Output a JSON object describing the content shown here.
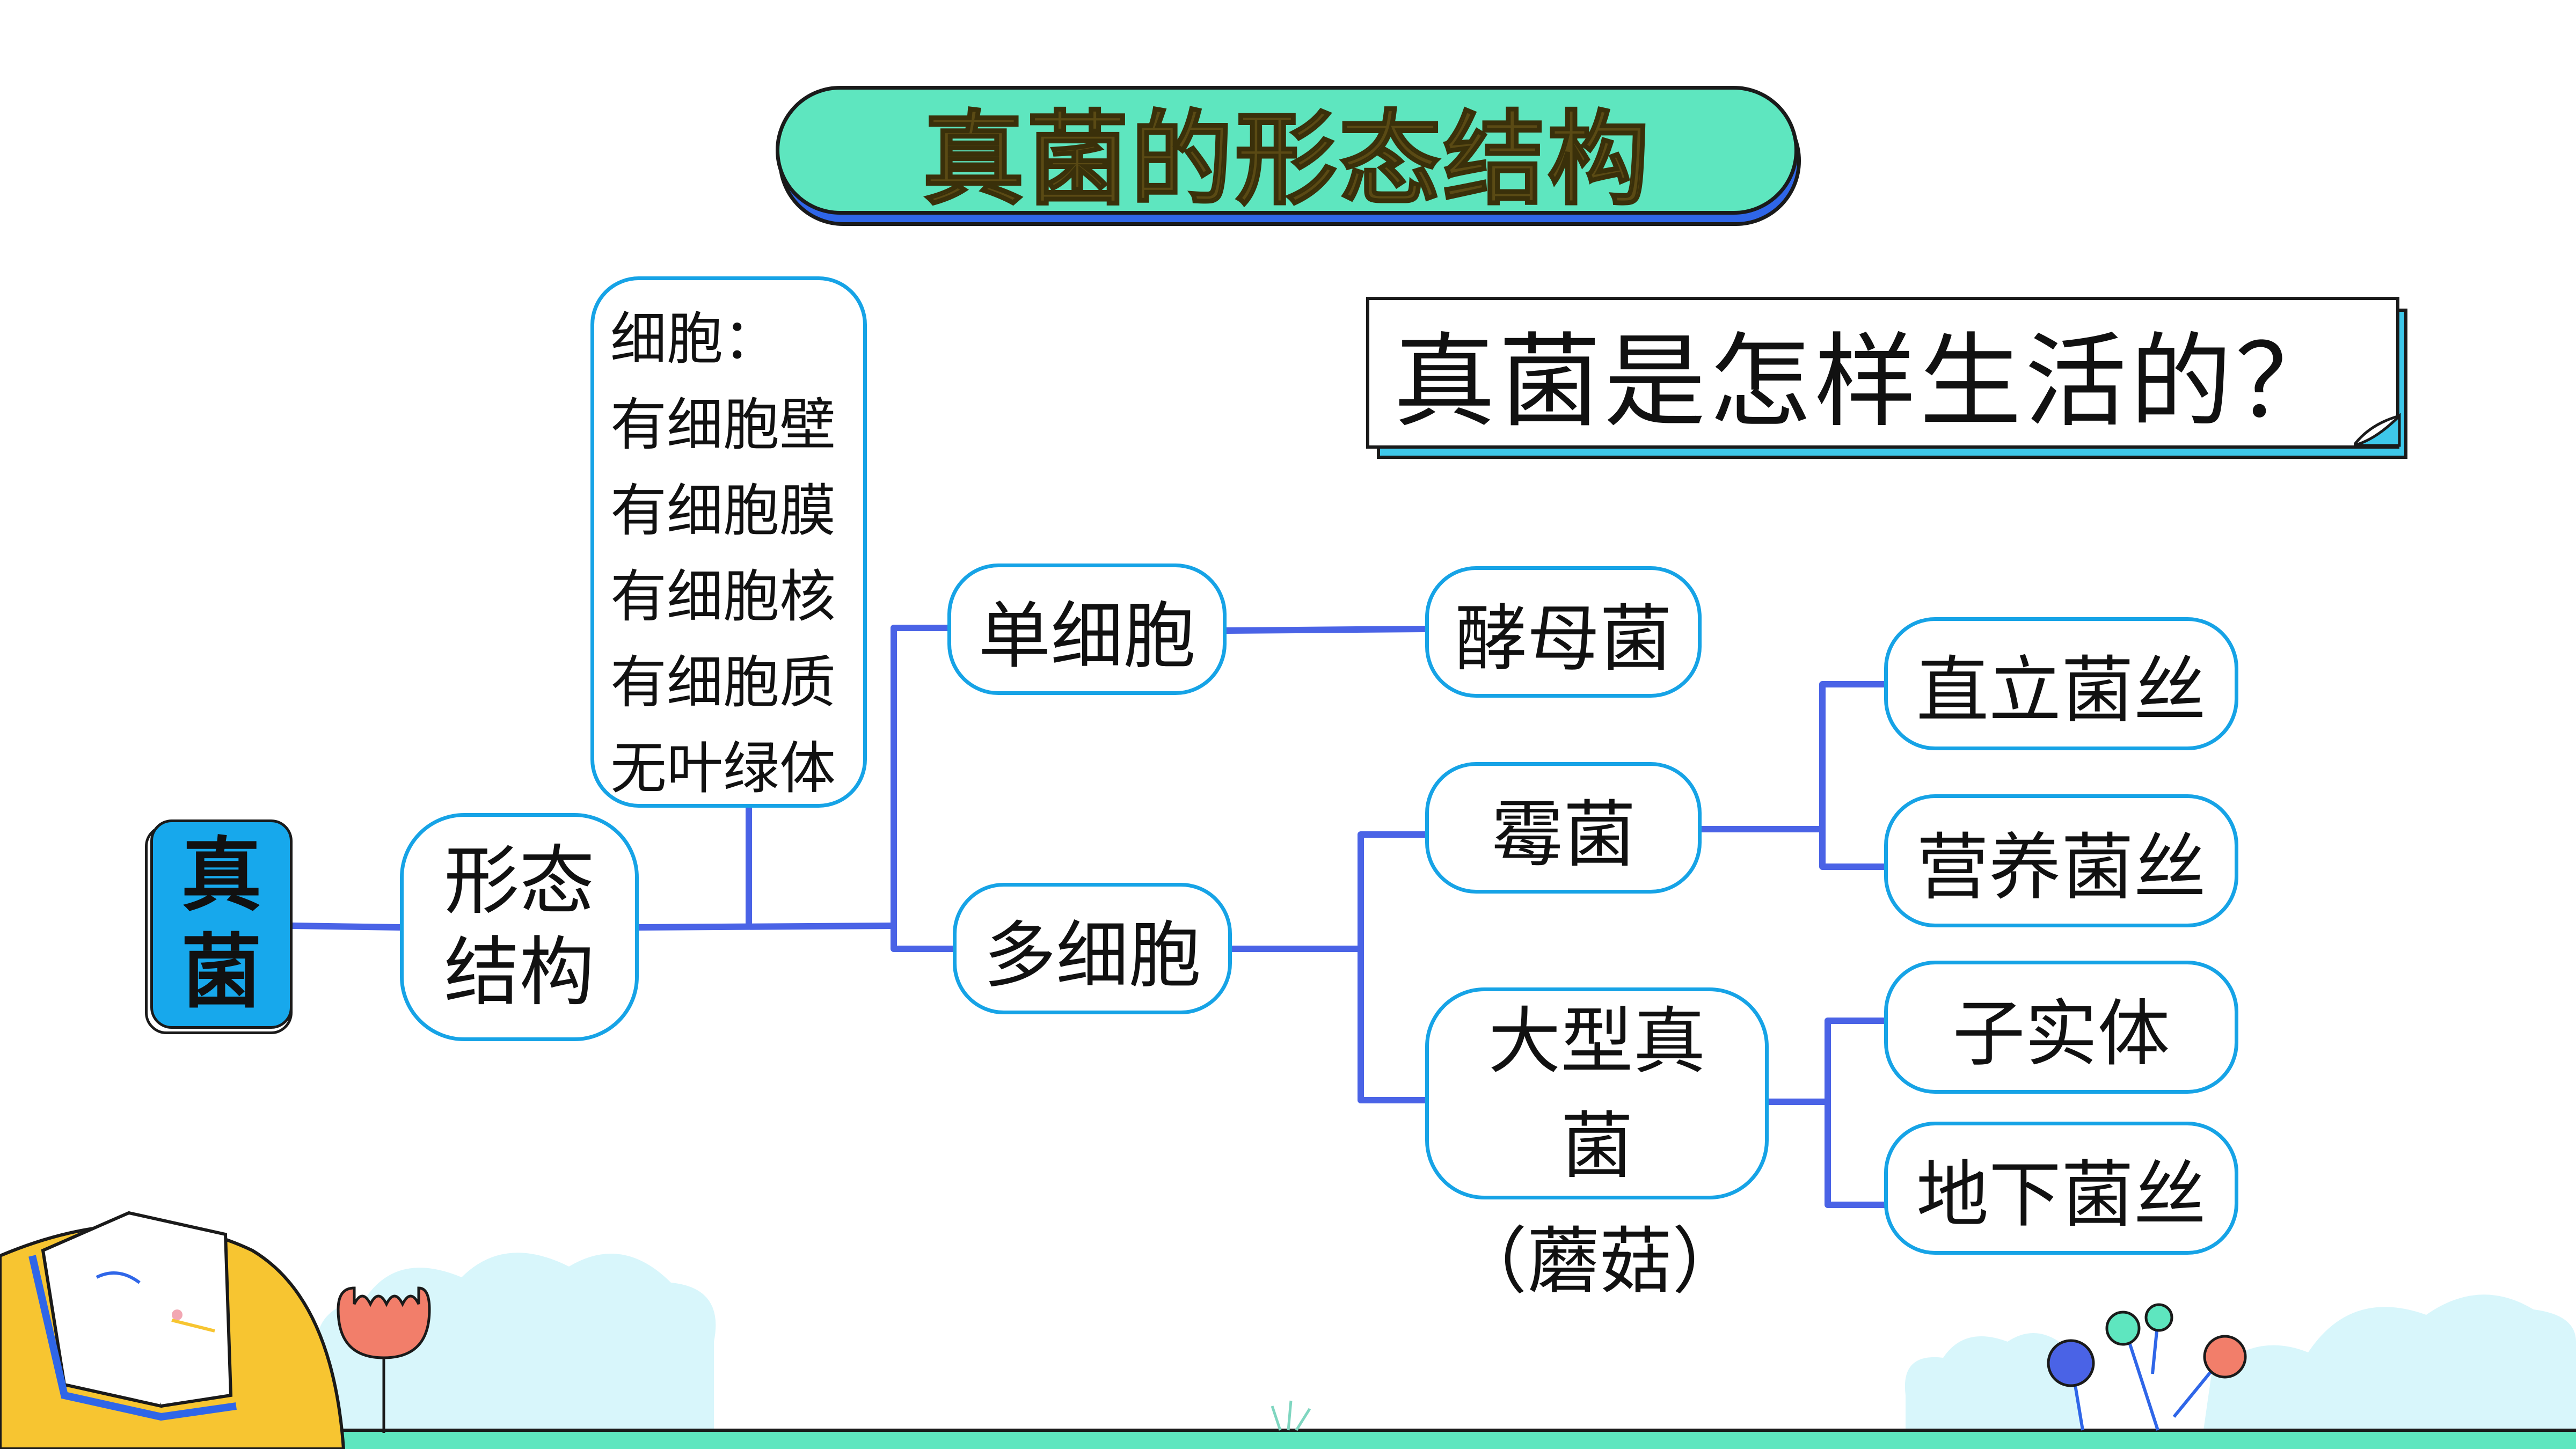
{
  "title": "真菌的形态结构",
  "question": "真菌是怎样生活的？",
  "root": {
    "line1": "真",
    "line2": "菌"
  },
  "morphology": {
    "line1": "形态",
    "line2": "结构"
  },
  "cell_box": {
    "heading": "细胞：",
    "items": [
      "有细胞壁",
      "有细胞膜",
      "有细胞核",
      "有细胞质",
      "无叶绿体"
    ]
  },
  "unicellular": "单细胞",
  "multicellular": "多细胞",
  "yeast": "酵母菌",
  "mold": "霉菌",
  "large_fungi": {
    "line1": "大型真",
    "line2": "菌",
    "note": "（蘑菇）"
  },
  "hyphae": {
    "erect": "直立菌丝",
    "nutritive": "营养菌丝",
    "fruiting_body": "子实体",
    "underground": "地下菌丝"
  },
  "colors": {
    "title_fill": "#5ee6bf",
    "title_shadow": "#2f66e8",
    "node_border": "#16a3e6",
    "connector": "#4a63e6",
    "root_fill": "#17a8ec",
    "note_shadow": "#3ec8ea",
    "ground": "#5ee6bf",
    "cloud": "#d8f6fb",
    "book_sun": "#f7c531"
  },
  "icons": [
    "open-book-icon",
    "tulip-flower-icon",
    "lollipop-tree-icon",
    "grass-icon",
    "cloud-icon"
  ]
}
